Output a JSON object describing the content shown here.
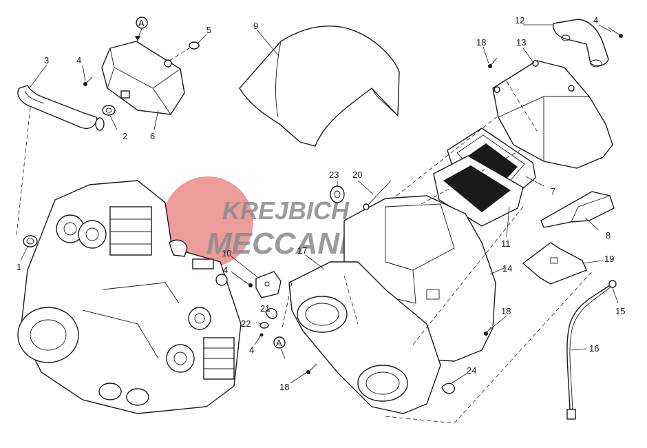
{
  "diagram": {
    "callouts": [
      "1",
      "2",
      "3",
      "4",
      "5",
      "6",
      "7",
      "8",
      "9",
      "10",
      "11",
      "12",
      "13",
      "14",
      "15",
      "16",
      "17",
      "18",
      "19",
      "20",
      "21",
      "22",
      "23",
      "24"
    ],
    "reference_marker": "A"
  },
  "watermark": {
    "line1": "KREJBICH",
    "line2": "MECCANICA",
    "circle_color": "#e87a7a",
    "text_color": "#8a8a8a"
  }
}
